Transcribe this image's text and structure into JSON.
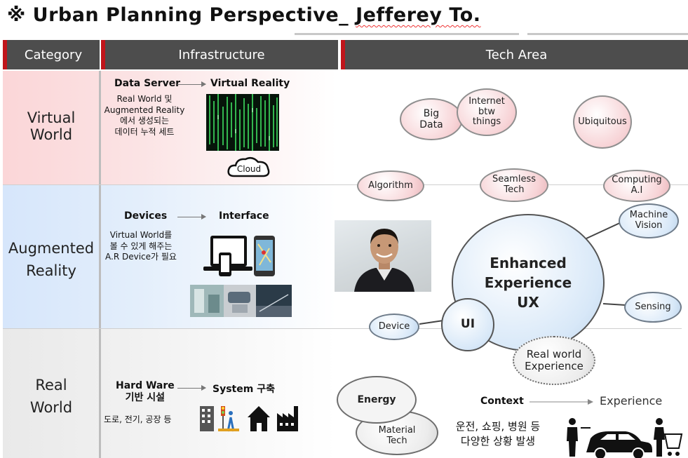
{
  "title": {
    "prefix": "※ Urban Planning Perspective_ ",
    "author": "Jefferey To."
  },
  "headers": {
    "category": "Category",
    "infrastructure": "Infrastructure",
    "tech_area": "Tech Area"
  },
  "rows": {
    "virtual_world": {
      "category": [
        "Virtual",
        "World"
      ],
      "from_label": "Data Server",
      "to_label": "Virtual Reality",
      "desc": [
        "Real World 및",
        "Augmented Reality",
        "에서 생성되는",
        "데이터 누적 세트"
      ],
      "cloud_label": "Cloud"
    },
    "augmented_reality": {
      "category": [
        "Augmented",
        "Reality"
      ],
      "from_label": "Devices",
      "to_label": "Interface",
      "desc": [
        "Virtual World를",
        "볼 수 있게 해주는",
        "A.R Device가 필요"
      ]
    },
    "real_world": {
      "category": [
        "Real",
        "World"
      ],
      "from_label": [
        "Hard Ware",
        "기반 시설"
      ],
      "to_label": "System 구축",
      "desc": "도로, 전기, 공장 등"
    }
  },
  "tech": {
    "big_data": [
      "Big",
      "Data"
    ],
    "iot": [
      "Internet",
      "btw",
      "things"
    ],
    "ubiquitous": "Ubiquitous",
    "algorithm": "Algorithm",
    "seamless": [
      "Seamless",
      "Tech"
    ],
    "computing": [
      "Computing",
      "A.I"
    ],
    "machine_vision": [
      "Machine",
      "Vision"
    ],
    "ux": [
      "Enhanced",
      "Experience",
      "UX"
    ],
    "sensing": "Sensing",
    "ui": "UI",
    "device": "Device",
    "real_world_exp": [
      "Real world",
      "Experience"
    ],
    "energy": "Energy",
    "material": [
      "Material",
      "Tech"
    ],
    "context": "Context",
    "experience": "Experience",
    "context_desc": [
      "운전, 쇼핑, 병원 등",
      "다양한 상황 발생"
    ]
  }
}
